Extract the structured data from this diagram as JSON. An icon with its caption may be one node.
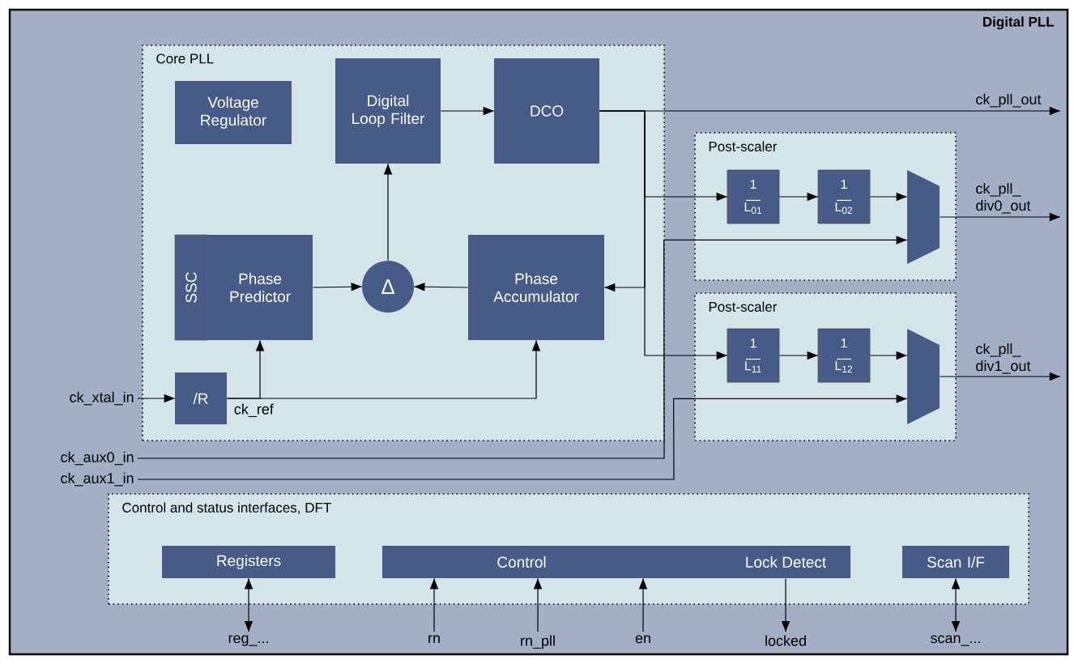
{
  "diagram": {
    "title": "Digital PLL",
    "nodes": [
      {
        "text": [
          "Core PLL"
        ]
      },
      {
        "text": [
          "Voltage Regulator"
        ],
        "in": 0
      },
      {
        "text": [
          "Digital Loop Filter"
        ],
        "in": 0
      },
      {
        "text": [
          "DCO"
        ],
        "in": 0
      },
      {
        "text": [
          "SSC"
        ],
        "in": 0
      },
      {
        "text": [
          "Phase Predictor"
        ],
        "in": 0
      },
      {
        "text": [
          "Δ"
        ],
        "in": 0
      },
      {
        "text": [
          "Phase Accumulator"
        ],
        "in": 0
      },
      {
        "text": [
          "/R"
        ],
        "in": 0,
        "beside": [
          "ck_ref"
        ]
      },
      {
        "text": [
          "Post-scaler"
        ]
      },
      {
        "text": [
          "1",
          "L$_{01}$"
        ],
        "in": 9
      },
      {
        "text": [
          "1",
          "L$_{02}$"
        ],
        "in": 9
      },
      {
        "text": [],
        "shape": "trapezoid",
        "in": 9
      },
      {
        "text": [
          "Post-scaler"
        ]
      },
      {
        "text": [
          "1",
          "L$_{11}$"
        ],
        "in": 13
      },
      {
        "text": [
          "1",
          "L$_{12}$"
        ],
        "in": 13
      },
      {
        "text": [],
        "shape": "trapezoid",
        "in": 13
      },
      {
        "text": [
          "Control and status interfaces, DFT"
        ]
      },
      {
        "text": [
          "Registers"
        ],
        "in": 17
      },
      {
        "text": [
          "Control",
          "Lock Detect"
        ],
        "in": 17
      },
      {
        "text": [
          "Scan I/F"
        ],
        "in": 17
      },
      {
        "text": [
          "ck_xtal_in"
        ]
      },
      {
        "text": [
          "ck_aux0_in"
        ]
      },
      {
        "text": [
          "ck_aux1_in"
        ]
      },
      {
        "text": [
          "ck_pll_out"
        ]
      },
      {
        "text": [
          "ck_pll_ div0_out"
        ]
      },
      {
        "text": [
          "ck_pll_ div1_out"
        ]
      },
      {
        "text": [
          "reg_..."
        ]
      },
      {
        "text": [
          "rn"
        ]
      },
      {
        "text": [
          "rn_pll"
        ]
      },
      {
        "text": [
          "en"
        ]
      },
      {
        "text": [
          "locked"
        ]
      },
      {
        "text": [
          "scan_..."
        ]
      }
    ],
    "edges": [
      {
        "from": 21,
        "to": 8,
        "arrow": "to"
      },
      {
        "from": 8,
        "to": 5,
        "arrow": "to"
      },
      {
        "from": 8,
        "to": 7,
        "arrow": "to"
      },
      {
        "from": 5,
        "to": 6,
        "arrow": "to"
      },
      {
        "from": 7,
        "to": 6,
        "arrow": "to"
      },
      {
        "from": 6,
        "to": 2,
        "arrow": "to"
      },
      {
        "from": 2,
        "to": 3,
        "arrow": "to"
      },
      {
        "from": 3,
        "to": 24,
        "arrow": "to"
      },
      {
        "from": 3,
        "to": 7,
        "arrow": "to"
      },
      {
        "from": 3,
        "to": 10,
        "arrow": "to"
      },
      {
        "from": 3,
        "to": 14,
        "arrow": "to"
      },
      {
        "from": 10,
        "to": 11,
        "arrow": "to"
      },
      {
        "from": 11,
        "to": 12,
        "arrow": "to"
      },
      {
        "from": 14,
        "to": 15,
        "arrow": "to"
      },
      {
        "from": 15,
        "to": 16,
        "arrow": "to"
      },
      {
        "from": 22,
        "to": 12,
        "arrow": "to"
      },
      {
        "from": 23,
        "to": 16,
        "arrow": "to"
      },
      {
        "from": 12,
        "to": 25,
        "arrow": "to"
      },
      {
        "from": 16,
        "to": 26,
        "arrow": "to"
      },
      {
        "from": 18,
        "to": 27,
        "arrow": "both"
      },
      {
        "from": 28,
        "to": 19,
        "arrow": "to"
      },
      {
        "from": 29,
        "to": 19,
        "arrow": "to"
      },
      {
        "from": 30,
        "to": 19,
        "arrow": "to"
      },
      {
        "from": 19,
        "to": 31,
        "arrow": "to"
      },
      {
        "from": 20,
        "to": 32,
        "arrow": "both"
      }
    ]
  }
}
